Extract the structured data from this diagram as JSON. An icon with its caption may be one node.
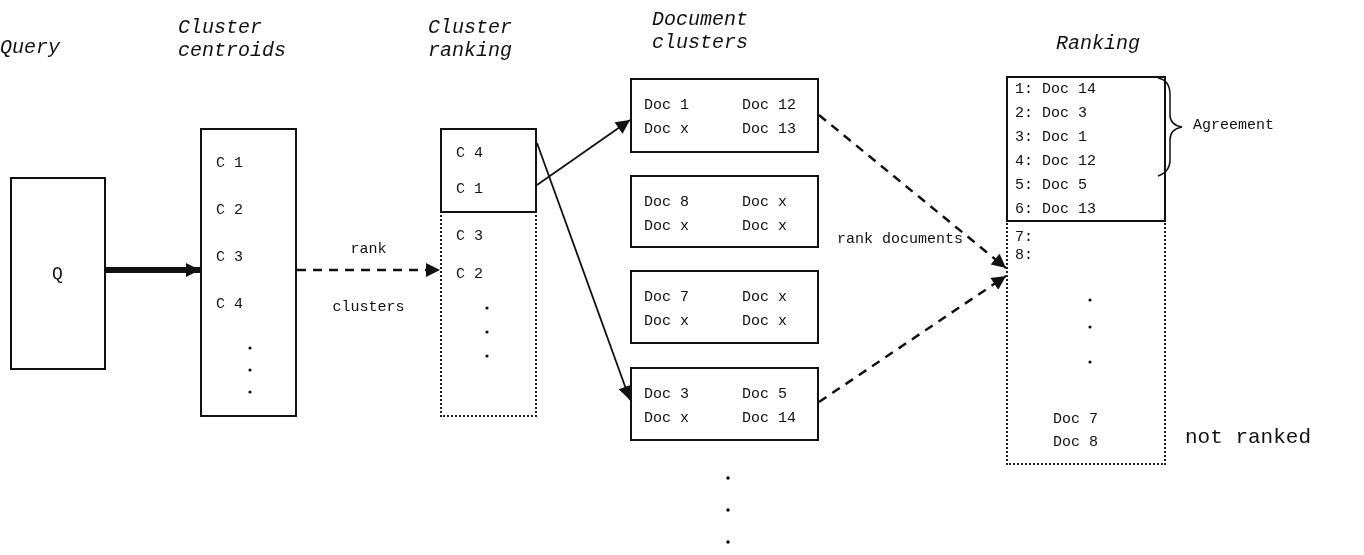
{
  "diagram": {
    "nodes": [
      {
        "text": [
          "Q"
        ]
      },
      {
        "text": [
          "C 1",
          "C 2",
          "C 3",
          "C 4"
        ]
      },
      {
        "text": [
          "C 3",
          "C 2"
        ]
      },
      {
        "text": [
          "C 4",
          "C 1"
        ],
        "in": 2
      },
      {
        "text": [
          "Doc 1",
          "Doc 12",
          "Doc x",
          "Doc 13"
        ]
      },
      {
        "text": [
          "Doc 8",
          "Doc x",
          "Doc x",
          "Doc x"
        ]
      },
      {
        "text": [
          "Doc 7",
          "Doc x",
          "Doc x",
          "Doc x"
        ]
      },
      {
        "text": [
          "Doc 3",
          "Doc 5",
          "Doc x",
          "Doc 14"
        ]
      },
      {
        "text": [
          "7:",
          "8:",
          "Doc 7",
          "Doc 8"
        ]
      },
      {
        "text": [
          "1: Doc 14",
          "2: Doc 3",
          "3: Doc 1",
          "4: Doc 12",
          "5: Doc 5",
          "6: Doc 13"
        ],
        "in": 8
      }
    ],
    "edges": [
      {
        "from": 0,
        "to": 1,
        "arrow": "to",
        "style": "thick"
      },
      {
        "from": 1,
        "to": 2,
        "arrow": "to",
        "style": "dashed",
        "label": "rank clusters"
      },
      {
        "from": 3,
        "to": 4,
        "arrow": "to"
      },
      {
        "from": 3,
        "to": 7,
        "arrow": "to"
      },
      {
        "from": 4,
        "to": 8,
        "arrow": "to",
        "style": "dashed"
      },
      {
        "from": 7,
        "to": 8,
        "arrow": "to",
        "style": "dashed"
      }
    ],
    "labels": [
      "Query",
      "Cluster centroids",
      "Cluster ranking",
      "Document clusters",
      "Ranking",
      "rank documents",
      "Agreement",
      "not ranked"
    ]
  }
}
